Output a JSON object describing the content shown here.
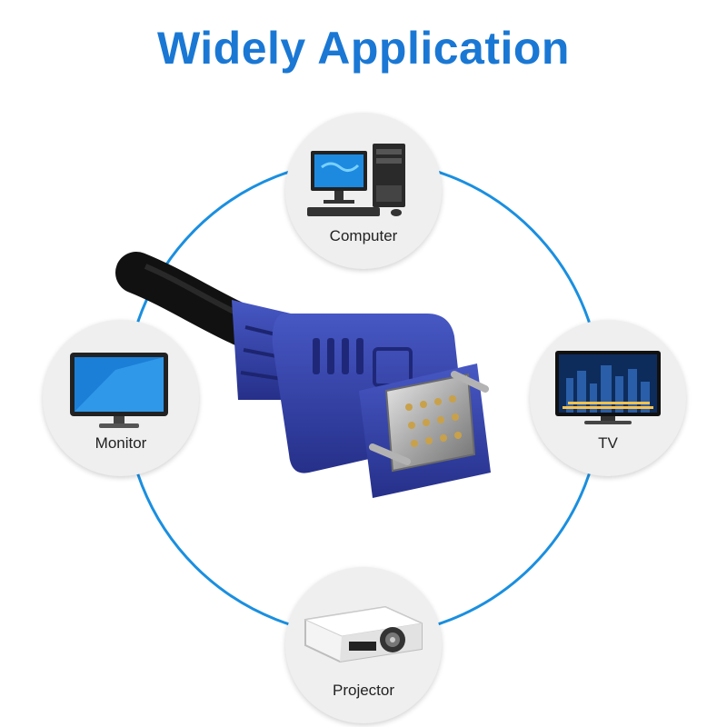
{
  "title": "Widely Application",
  "devices": {
    "computer": {
      "label": "Computer",
      "icon": "desktop-computer-icon"
    },
    "monitor": {
      "label": "Monitor",
      "icon": "monitor-icon"
    },
    "tv": {
      "label": "TV",
      "icon": "tv-icon"
    },
    "projector": {
      "label": "Projector",
      "icon": "projector-icon"
    }
  },
  "colors": {
    "title": "#1a78d4",
    "ring": "#1a8fe0",
    "connector_blue": "#2f3fa8",
    "cable": "#111111"
  }
}
